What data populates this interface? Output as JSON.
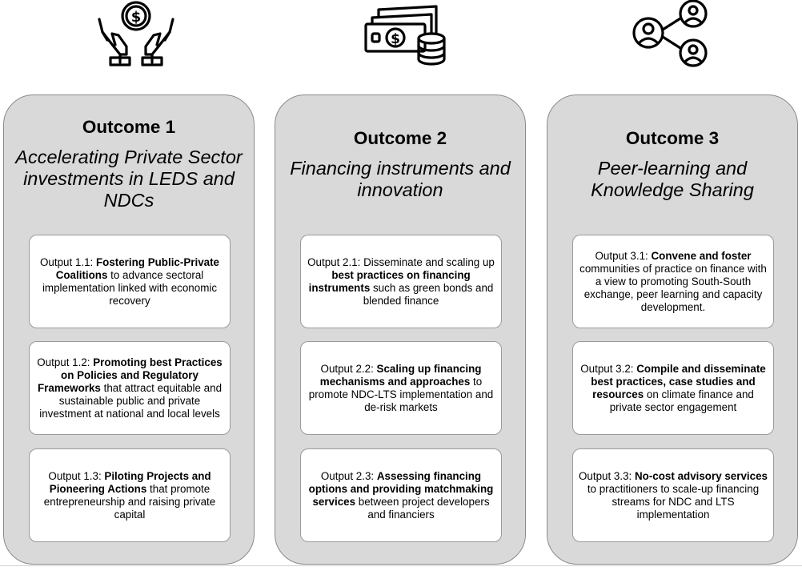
{
  "icons": [
    "hands-coin-icon",
    "cash-stack-icon",
    "people-network-icon"
  ],
  "columns": [
    {
      "title": "Outcome 1",
      "subtitle": "Accelerating Private Sector investments in LEDS and NDCs",
      "outputs": [
        {
          "prefix": "Output 1.1: ",
          "bold": "Fostering Public-Private Coalitions",
          "suffix": " to advance sectoral implementation linked with economic recovery"
        },
        {
          "prefix": "Output 1.2: ",
          "bold": "Promoting best Practices on Policies and Regulatory Frameworks",
          "suffix": " that attract equitable and sustainable public and private investment at national and local levels"
        },
        {
          "prefix": "Output 1.3: ",
          "bold": "Piloting Projects and Pioneering Actions",
          "suffix": " that promote entrepreneurship and raising private capital"
        }
      ]
    },
    {
      "title": "Outcome 2",
      "subtitle": "Financing instruments and innovation",
      "outputs": [
        {
          "prefix": "Output 2.1: Disseminate and scaling up ",
          "bold": "best practices on financing instruments",
          "suffix": " such as green bonds and blended finance"
        },
        {
          "prefix": "Output 2.2: ",
          "bold": "Scaling up financing mechanisms and approaches",
          "suffix": " to promote NDC-LTS implementation and de-risk markets"
        },
        {
          "prefix": "Output 2.3: ",
          "bold": "Assessing financing options and providing matchmaking services",
          "suffix": " between project developers and financiers"
        }
      ]
    },
    {
      "title": "Outcome 3",
      "subtitle": "Peer-learning and Knowledge Sharing",
      "outputs": [
        {
          "prefix": "Output 3.1: ",
          "bold": "Convene and foster",
          "suffix": " communities of practice on finance with a view to promoting South-South exchange, peer learning and capacity development."
        },
        {
          "prefix": "Output 3.2: ",
          "bold": "Compile and disseminate best practices, case studies and resources",
          "suffix": " on climate finance and private sector engagement"
        },
        {
          "prefix": "Output 3.3: ",
          "bold": "No-cost advisory services",
          "suffix": " to practitioners to scale-up financing streams for NDC and LTS implementation"
        }
      ]
    }
  ]
}
